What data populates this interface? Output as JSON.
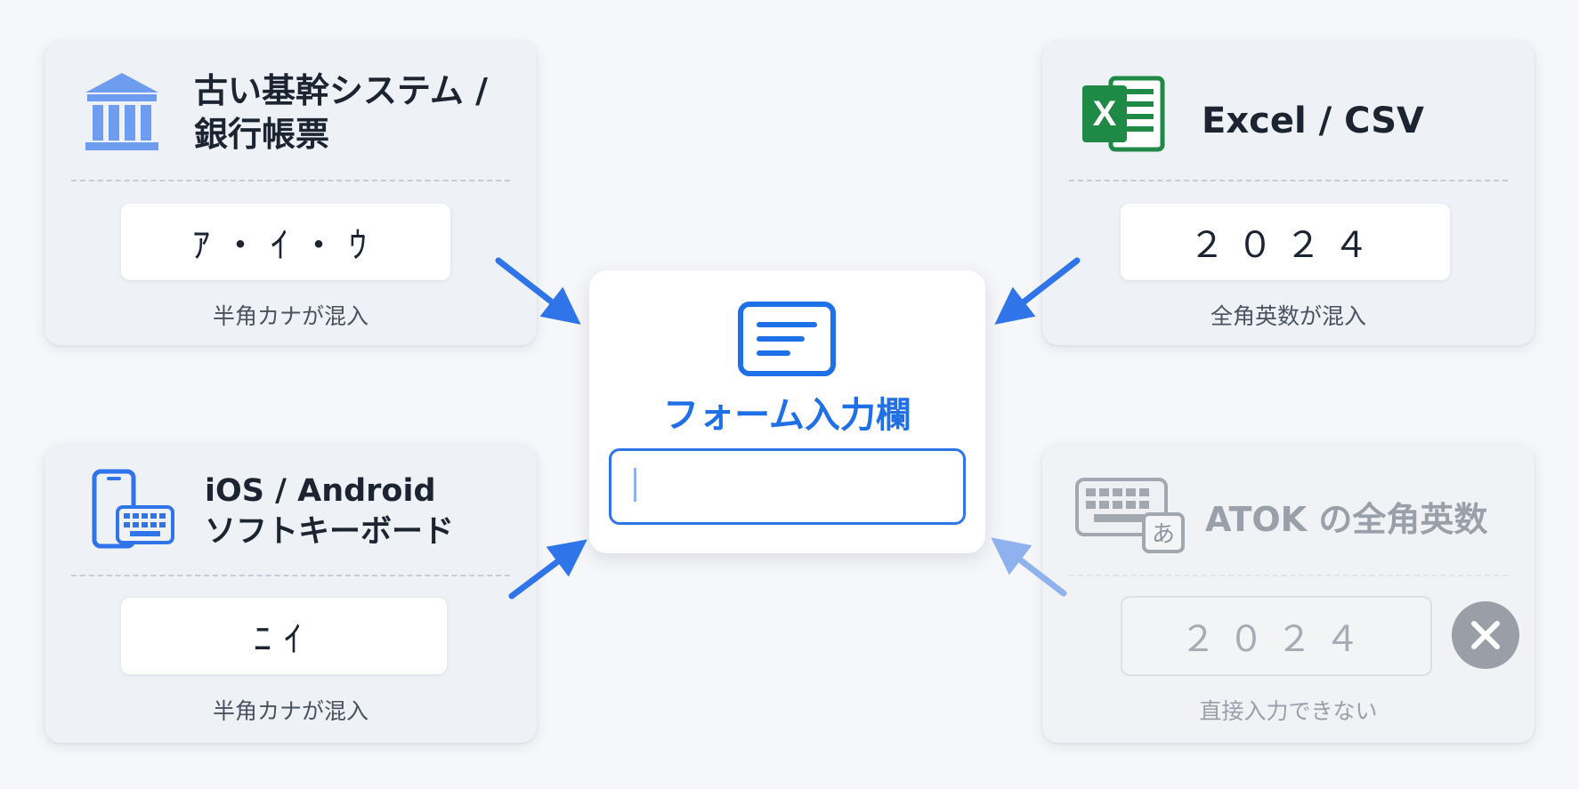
{
  "cards": {
    "legacy": {
      "title_line1": "古い基幹システム /",
      "title_line2": "銀行帳票",
      "value": "ｱ・ｲ・ｳ",
      "caption": "半角カナが混入",
      "icon": "bank-icon"
    },
    "excel": {
      "title": "Excel / CSV",
      "value": "２０２４",
      "caption": "全角英数が混入",
      "icon": "excel-icon",
      "icon_letter": "X"
    },
    "mobile": {
      "title_line1": "iOS / Android",
      "title_line2": "ソフトキーボード",
      "value": "ﾆｲ",
      "caption": "半角カナが混入",
      "icon": "smartphone-keyboard-icon"
    },
    "atok": {
      "title": "ATOK の全角英数",
      "value": "２０２４",
      "caption": "直接入力できない",
      "icon": "keyboard-ime-icon",
      "icon_letter": "あ"
    }
  },
  "center": {
    "title": "フォーム入力欄",
    "icon": "form-icon",
    "input_value": ""
  },
  "colors": {
    "accent": "#1f6fe6",
    "excel_green": "#1e8a45",
    "disabled_gray": "#9a9ea6"
  }
}
